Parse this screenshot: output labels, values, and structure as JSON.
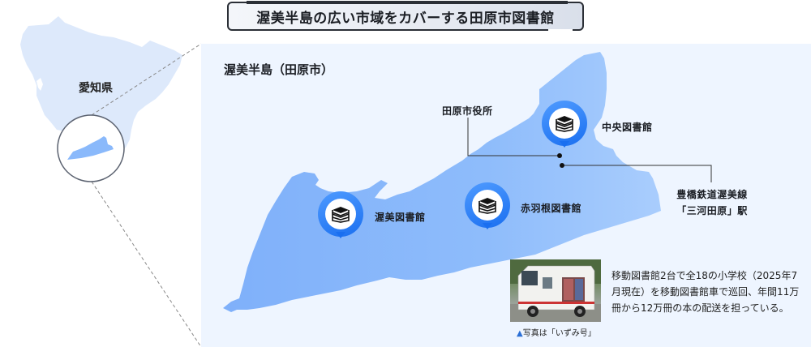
{
  "title": "渥美半島の広い市域をカバーする田原市図書館",
  "prefecture": {
    "label": "愛知県"
  },
  "panel": {
    "title": "渥美半島（田原市）"
  },
  "libraries": [
    {
      "name": "中央図書館",
      "icon": "book-stack-icon"
    },
    {
      "name": "渥美図書館",
      "icon": "book-stack-icon"
    },
    {
      "name": "赤羽根図書館",
      "icon": "book-stack-icon"
    }
  ],
  "landmarks": {
    "city_hall": "田原市役所",
    "station_line1": "豊橋鉄道渥美線",
    "station_line2": "「三河田原」駅"
  },
  "mobile_library": {
    "photo_caption_marker": "▲",
    "photo_caption": "写真は「いずみ号」",
    "description": "移動図書館2台で全18の小学校（2025年7月現在）を移動図書館車で巡回、年間11万冊から12万冊の本の配送を担っている。"
  },
  "colors": {
    "panel_bg": "#eef5ff",
    "peninsula": "#8ab9fb",
    "prefecture": "#dde9fb",
    "pin": "#1a6ff0"
  }
}
